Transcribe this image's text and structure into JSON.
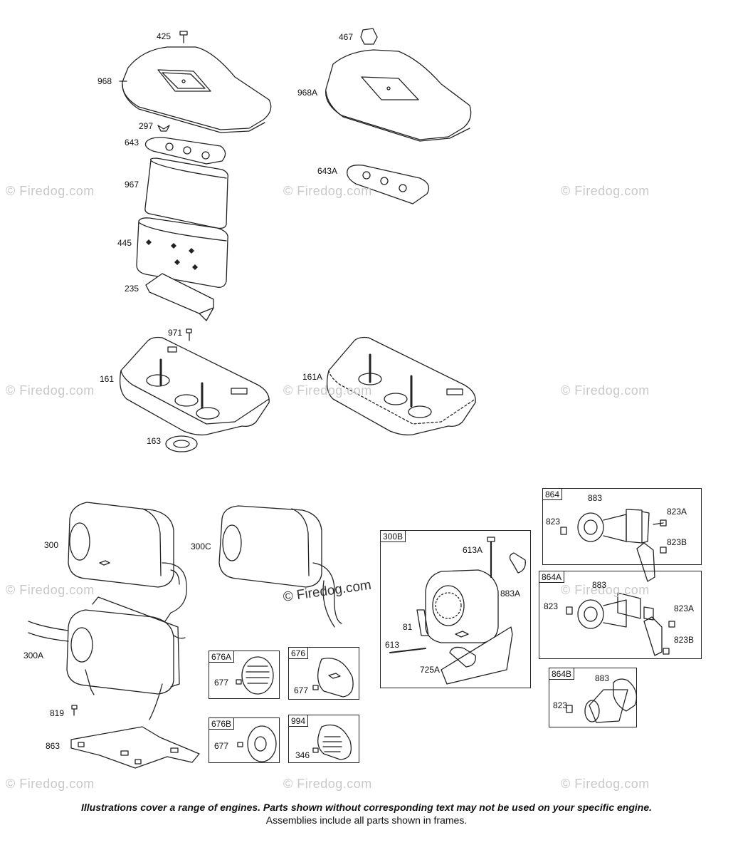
{
  "watermark": {
    "text": "© Firedog.com"
  },
  "callouts": {
    "c425": "425",
    "c968": "968",
    "c297": "297",
    "c643": "643",
    "c967": "967",
    "c445": "445",
    "c235": "235",
    "c971": "971",
    "c161": "161",
    "c163": "163",
    "c467": "467",
    "c968A": "968A",
    "c643A": "643A",
    "c161A": "161A",
    "c300": "300",
    "c300C": "300C",
    "c300A": "300A",
    "c819": "819",
    "c863": "863",
    "c613A": "613A",
    "c883A": "883A",
    "c81": "81",
    "c613": "613",
    "c725A": "725A",
    "c677a": "677",
    "c677b": "677",
    "c677c": "677",
    "c346": "346",
    "c883a": "883",
    "c823a": "823",
    "c823Aa": "823A",
    "c823Ba": "823B",
    "c883b": "883",
    "c823b": "823",
    "c823Ab": "823A",
    "c823Bb": "823B",
    "c883c": "883",
    "c823c": "823"
  },
  "frames": {
    "f300B": "300B",
    "f864": "864",
    "f864A": "864A",
    "f864B": "864B",
    "f676A": "676A",
    "f676": "676",
    "f676B": "676B",
    "f994": "994"
  },
  "footer": {
    "line1": "Illustrations cover a range of engines. Parts shown without corresponding text may not be used on your specific engine.",
    "line2": "Assemblies include all parts shown in frames."
  }
}
